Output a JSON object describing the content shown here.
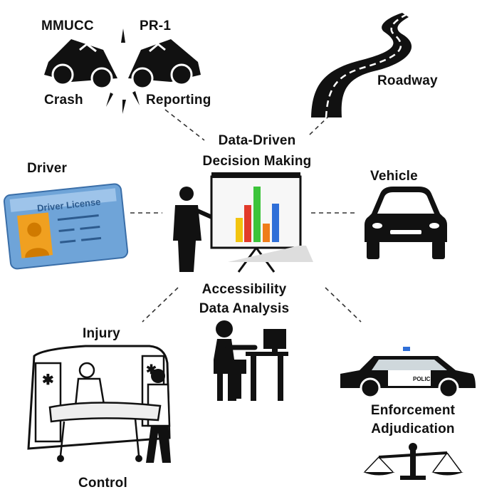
{
  "crash": {
    "top_left": "MMUCC",
    "top_right": "PR-1",
    "bottom_left": "Crash",
    "bottom_right": "Reporting"
  },
  "roadway": {
    "label": "Roadway"
  },
  "driver": {
    "label": "Driver",
    "card_text": "Driver License"
  },
  "vehicle": {
    "label": "Vehicle"
  },
  "center_top": {
    "line1": "Data-Driven",
    "line2": "Decision Making"
  },
  "center_bottom": {
    "line1": "Accessibility",
    "line2": "Data Analysis"
  },
  "injury": {
    "top": "Injury",
    "bottom": "Control"
  },
  "enforcement": {
    "line1": "Enforcement",
    "line2": "Adjudication",
    "car_text": "POLICE"
  },
  "colors": {
    "chart_red": "#e23a2a",
    "chart_yellow": "#f2c40f",
    "chart_green": "#3cc43a",
    "chart_orange": "#ef7d1a",
    "chart_blue": "#2f6fd8",
    "card_blue": "#6fa4d8",
    "avatar_orange": "#f0a020"
  }
}
